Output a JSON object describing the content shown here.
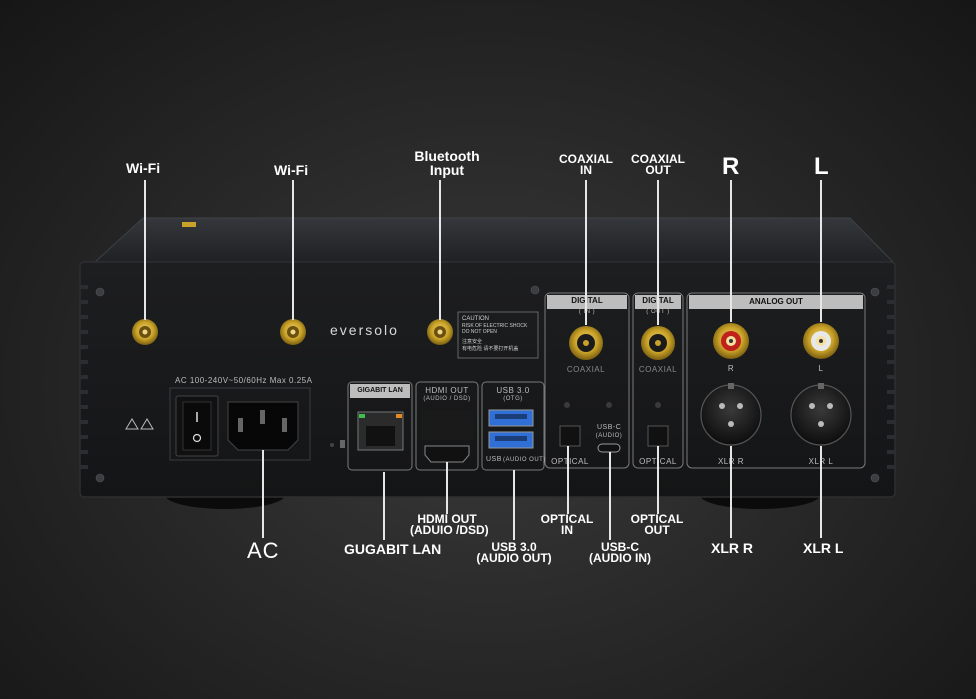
{
  "callouts": {
    "wifi_1": "Wi-Fi",
    "wifi_2": "Wi-Fi",
    "bluetooth": "Bluetooth",
    "bluetooth_2": "Input",
    "coaxial_in_1": "COAXIAL",
    "coaxial_in_2": "IN",
    "coaxial_out_1": "COAXIAL",
    "coaxial_out_2": "OUT",
    "r": "R",
    "l": "L",
    "ac": "AC",
    "gigabit_lan": "GUGABIT LAN",
    "hdmi_out_1": "HDMI OUT",
    "hdmi_out_2": "(ADUIO /DSD)",
    "usb3_1": "USB 3.0",
    "usb3_2": "(AUDIO OUT)",
    "optical_in_1": "OPTICAL",
    "optical_in_2": "IN",
    "usbc_1": "USB-C",
    "usbc_2": "(AUDIO IN)",
    "optical_out_1": "OPTICAL",
    "optical_out_2": "OUT",
    "xlr_r": "XLR R",
    "xlr_l": "XLR L"
  },
  "panel": {
    "brand": "eversolo",
    "power_rating": "AC 100-240V~50/60Hz Max 0.25A",
    "gigabit_lan": "GIGABIT LAN",
    "hdmi_out": "HDMI OUT",
    "hdmi_sub": "(AUDIO / DSD)",
    "usb30": "USB 3.0",
    "usb_otg": "(OTG)",
    "usb_bottom": "USB",
    "usb_audio_out": "(AUDIO OUT)",
    "digital_in": "DIGITAL",
    "digital_in_sub": "( IN )",
    "digital_out": "DIGITAL",
    "digital_out_sub": "( OUT )",
    "analog_out": "ANALOG OUT",
    "coaxial_in": "COAXIAL",
    "coaxial_out": "COAXIAL",
    "optical_in": "OPTICAL",
    "optical_out": "OPTICAL",
    "usbc": "USB-C",
    "usbc_sub": "(AUDIO)",
    "rca_r": "R",
    "rca_l": "L",
    "xlr_r": "XLR R",
    "xlr_l": "XLR L",
    "caution": "CAUTION",
    "caution_1": "RISK OF ELECTRIC SHOCK",
    "caution_2": "DO NOT OPEN",
    "caution_3": "注意安全",
    "caution_4": "有电危险 请不要打开机盖"
  },
  "colors": {
    "gold": "#c9a227",
    "rca_red": "#c0211b",
    "rca_white": "#e8e8e8",
    "usb_blue": "#2f6fd6",
    "lan_green": "#3cc14a",
    "lan_orange": "#e58b1e"
  }
}
